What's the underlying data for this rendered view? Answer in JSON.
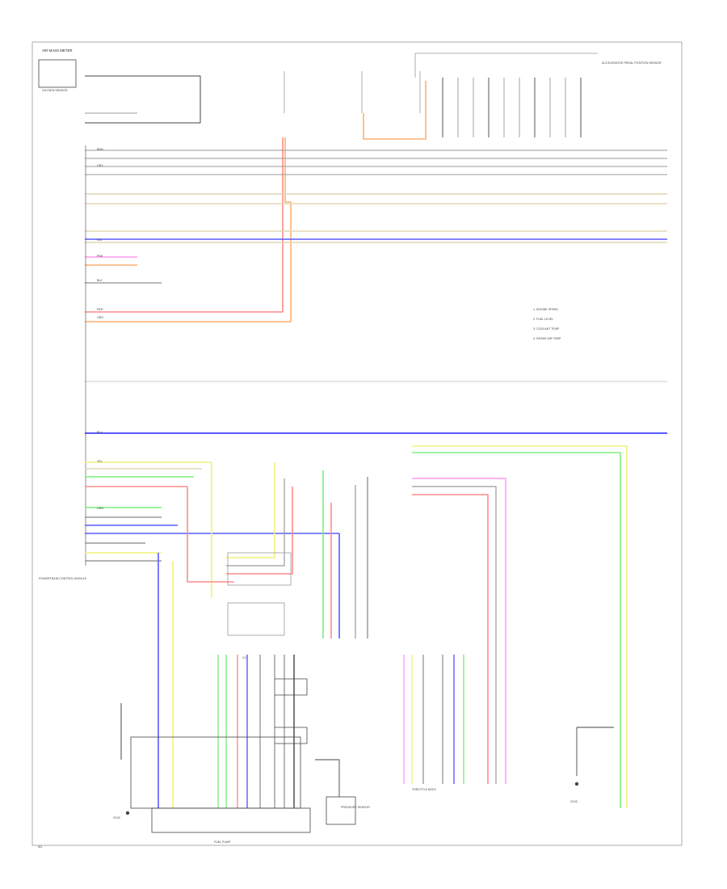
{
  "colors": {
    "red": "#ff8c8c",
    "orange": "#ffb070",
    "blue": "#5a5aff",
    "yellow": "#f2f27a",
    "green": "#7cf07c",
    "pink": "#ff9cf2",
    "tan": "#e2d7b3",
    "gray": "#9a9a9a",
    "black": "#444444",
    "frame": "#999999"
  },
  "labels": {
    "module_top": "AIR MASS METER",
    "module_top_sub": "OXYGEN SENSOR",
    "module_right": "ACCELERATOR PEDAL POSITION SENSOR",
    "module_left_bottom": "POWERTRAIN CONTROL MODULE",
    "connector_center": "C3",
    "connector_bottom": "FUEL PUMP",
    "module_center_bottom": "PRESSURE SENSOR",
    "module_right_bottom": "THROTTLE BODY",
    "ground_left": "G102",
    "ground_right": "G103",
    "page_code": "W1"
  },
  "legend": [
    "1: ENGINE SPEED",
    "2: FUEL LEVEL",
    "3: COOLANT TEMP",
    "4: INTAKE AIR TEMP"
  ],
  "wires": {
    "w1": "BRN",
    "w2": "GRY",
    "w3": "YEL",
    "w4": "GRN",
    "w5": "RED",
    "w6": "BLU",
    "w7": "ORG",
    "w8": "PNK",
    "w9": "BLK",
    "w10": "VIO"
  }
}
